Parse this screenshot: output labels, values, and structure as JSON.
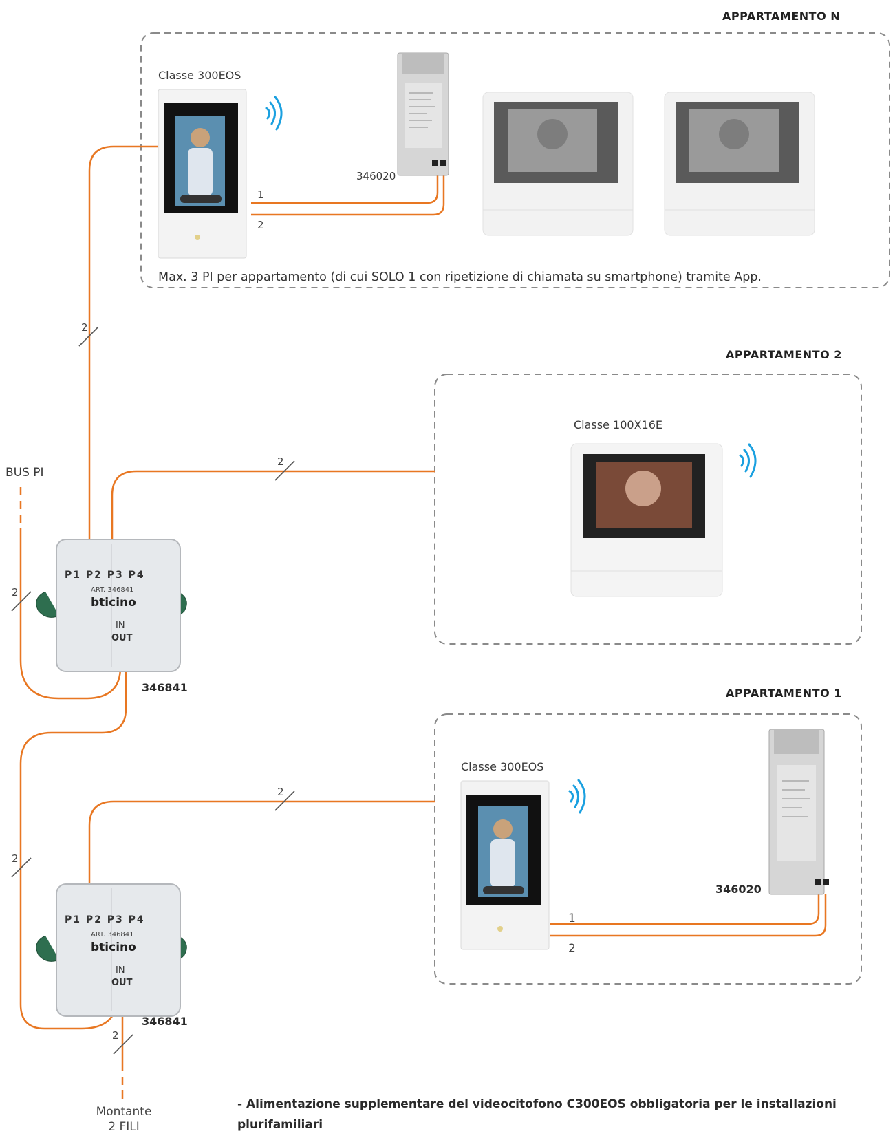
{
  "apartments": {
    "n": {
      "title": "APPARTAMENTO N",
      "device_label": "Classe 300EOS",
      "power_code": "346020",
      "note": "Max. 3 PI per appartamento (di cui SOLO 1 con ripetizione di chiamata su smartphone) tramite App."
    },
    "two": {
      "title": "APPARTAMENTO 2",
      "device_label": "Classe 100X16E"
    },
    "one": {
      "title": "APPARTAMENTO 1",
      "device_label": "Classe 300EOS",
      "power_code": "346020"
    }
  },
  "wires": {
    "one": "1",
    "two": "2",
    "pair": "2"
  },
  "bus_label": "BUS PI",
  "distributors": [
    {
      "code": "346841",
      "art": "ART. 346841",
      "brand": "bticino",
      "ports": [
        "P1",
        "P2",
        "P3",
        "P4"
      ],
      "in": "IN",
      "out": "OUT"
    },
    {
      "code": "346841",
      "art": "ART. 346841",
      "brand": "bticino",
      "ports": [
        "P1",
        "P2",
        "P3",
        "P4"
      ],
      "in": "IN",
      "out": "OUT"
    }
  ],
  "riser": {
    "line1": "Montante",
    "line2": "2 FILI"
  },
  "footnote": "-  Alimentazione supplementare del videocitofono C300EOS obbligatoria per le installazioni plurifamiliari",
  "colors": {
    "wire": "#e87722",
    "dash": "#8a8a8a",
    "wifi": "#1aa0e0"
  },
  "icons": [
    "wifi-icon",
    "phone-icon",
    "star-icon",
    "key-icon",
    "eye-icon",
    "hangup-icon"
  ]
}
